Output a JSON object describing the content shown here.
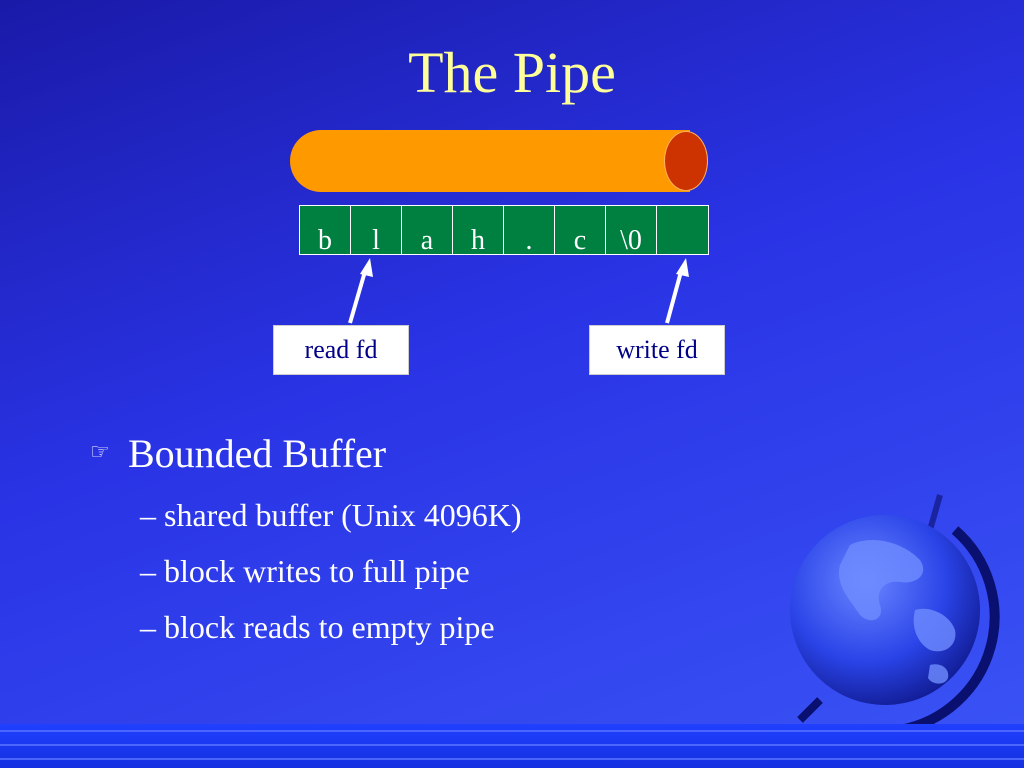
{
  "slide": {
    "title": "The Pipe",
    "pipe_buffer": {
      "cells": [
        "b",
        "l",
        "a",
        "h",
        ".",
        "c",
        "\\0",
        ""
      ]
    },
    "read_fd_label": "read fd",
    "write_fd_label": "write fd",
    "bullet": {
      "icon": "pointing-hand-icon",
      "text": "Bounded Buffer",
      "subitems": [
        "– shared buffer (Unix 4096K)",
        "– block writes to full pipe",
        "– block reads to empty pipe"
      ]
    },
    "colors": {
      "title": "#ffff99",
      "pipe_body": "#ff9900",
      "pipe_end": "#cc3300",
      "buffer": "#008040",
      "background": "#2a34e6"
    }
  }
}
